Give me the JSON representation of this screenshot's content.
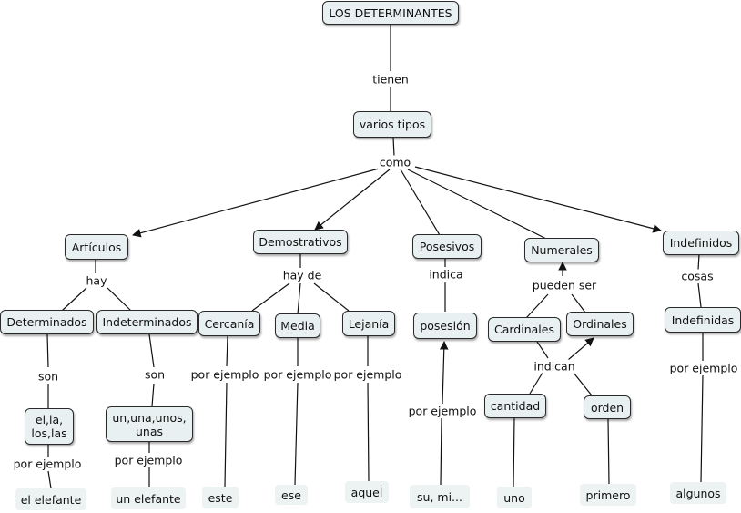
{
  "concepts": {
    "root": "LOS DETERMINANTES",
    "tipos": "varios tipos",
    "articulos": "Artículos",
    "demostrativos": "Demostrativos",
    "posesivos": "Posesivos",
    "numerales": "Numerales",
    "indefinidos": "Indefinidos",
    "determinados": "Determinados",
    "indeterminados": "Indeterminados",
    "cercania": "Cercanía",
    "media": "Media",
    "lejania": "Lejanía",
    "posesion": "posesión",
    "cardinales": "Cardinales",
    "ordinales": "Ordinales",
    "indefinidas": "Indefinidas",
    "el_la": "el,la, los,las",
    "un_una": "un,una,unos, unas",
    "cantidad": "cantidad",
    "orden": "orden"
  },
  "examples": {
    "el_elefante": "el elefante",
    "un_elefante": "un elefante",
    "este": "este",
    "ese": "ese",
    "aquel": "aquel",
    "su_mi": "su, mi...",
    "uno": "uno",
    "primero": "primero",
    "algunos": "algunos"
  },
  "links": {
    "tienen": "tienen",
    "como": "como",
    "hay": "hay",
    "hay_de": "hay de",
    "indica": "indica",
    "pueden_ser": "pueden ser",
    "cosas": "cosas",
    "son_1": "son",
    "son_2": "son",
    "indican": "indican",
    "pe_el_la": "por ejemplo",
    "pe_un_una": "por ejemplo",
    "pe_cercania": "por ejemplo",
    "pe_media": "por ejemplo",
    "pe_lejania": "por ejemplo",
    "pe_posesion": "por ejemplo",
    "pe_indefinidas": "por ejemplo"
  },
  "colors": {
    "node_fill": "#e9f0f1",
    "line": "#111111"
  }
}
